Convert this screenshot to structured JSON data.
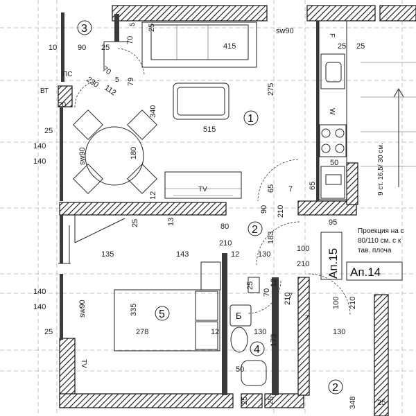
{
  "rooms": [
    {
      "number": "1"
    },
    {
      "number": "2"
    },
    {
      "number": "3"
    },
    {
      "number": "4"
    },
    {
      "number": "5"
    },
    {
      "number": "2"
    }
  ],
  "apartments": {
    "ap15": "Ап.15",
    "ap14": "Ап.14"
  },
  "notes": {
    "projection_line1": "Проекция на с",
    "projection_line2": "80/110 см. с к",
    "projection_line3": "тав. плоча",
    "stairs": "9 ст. 16,5/ 30 см."
  },
  "symbols": {
    "sw90_top": "sw90",
    "sw90_left": "sw90",
    "sw90_bed": "sw90",
    "pc": "ПС",
    "vt": "ВТ",
    "boiler": "Б",
    "fridge": "F",
    "washer": "W",
    "tv": "TV"
  },
  "dimensions": {
    "d10": "10",
    "d90a": "90",
    "d25a": "25",
    "d70a": "70",
    "d25b": "25",
    "d415": "415",
    "d25c": "25",
    "d70b": "70",
    "d230": "230",
    "d112": "112",
    "d79": "79",
    "d275": "275",
    "d20": "20",
    "d340": "340",
    "d515": "515",
    "d25d": "25",
    "d140a": "140",
    "d140b": "140",
    "d180": "180",
    "d50a": "50",
    "d65a": "65",
    "d65b": "65",
    "d7a": "7",
    "d12a": "12",
    "d90b": "90",
    "d210a": "210",
    "d25e": "25",
    "d13": "13",
    "d80": "80",
    "d210b": "210",
    "d95": "95",
    "d183": "183",
    "d100a": "100",
    "d210c": "210",
    "d135": "135",
    "d143": "143",
    "d12b": "12",
    "d130a": "130",
    "d25f": "25",
    "d70c": "70",
    "d12c": "12",
    "d210d": "210",
    "d335": "335",
    "d140c": "140",
    "d140d": "140",
    "d278": "278",
    "d12d": "12",
    "d130b": "130",
    "d173": "173",
    "d7b": "7",
    "d100b": "100",
    "d210e": "210",
    "d130c": "130",
    "d25g": "25",
    "d50b": "50",
    "d25h": "25",
    "d25i": "25",
    "d348": "348",
    "d25j": "25",
    "d25k": "25",
    "d7c": "7",
    "d5sup": "5",
    "d5sup2": "5"
  }
}
